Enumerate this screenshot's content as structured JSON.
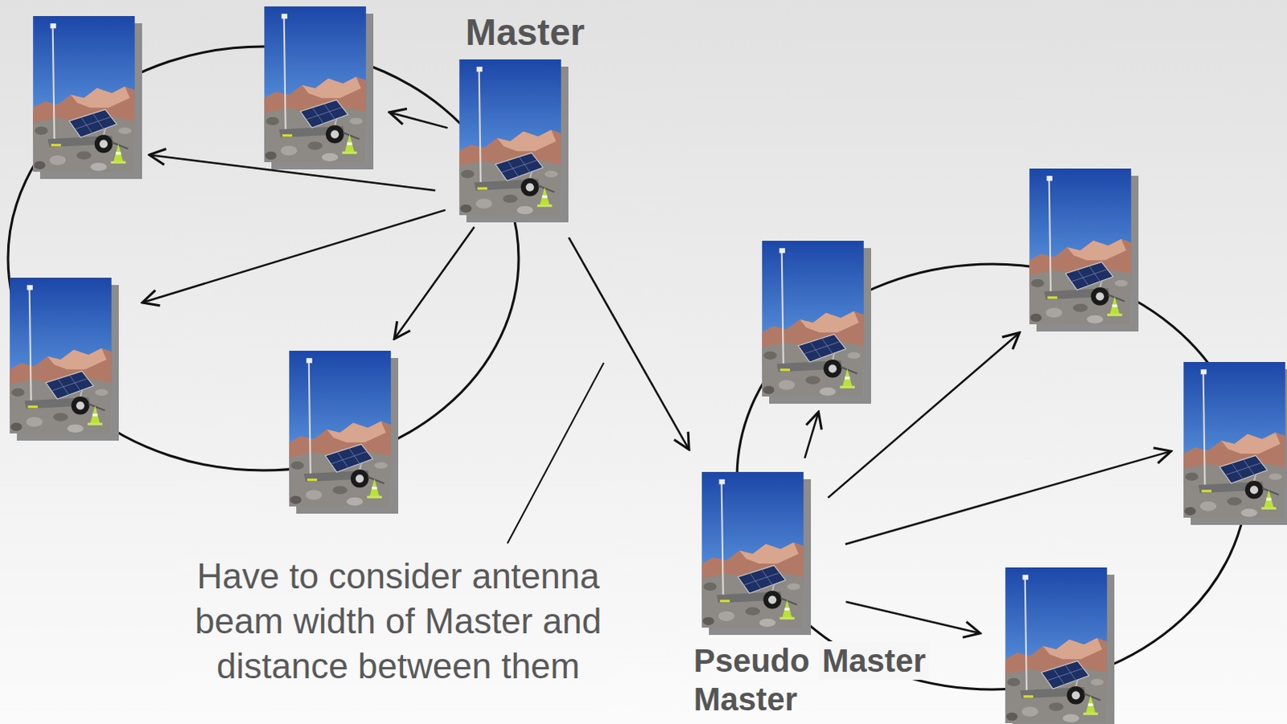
{
  "diagram": {
    "nodes": [
      {
        "text": [
          "Master"
        ]
      },
      {
        "text": []
      },
      {
        "text": []
      },
      {
        "text": []
      },
      {
        "text": []
      },
      {
        "text": [
          "Pseudo Master",
          "Master"
        ]
      },
      {
        "text": []
      },
      {
        "text": []
      },
      {
        "text": []
      },
      {
        "text": []
      }
    ],
    "edges": [
      {
        "from": 0,
        "to": 2,
        "arrow": "to"
      },
      {
        "from": 0,
        "to": 1,
        "arrow": "to"
      },
      {
        "from": 0,
        "to": 3,
        "arrow": "to"
      },
      {
        "from": 0,
        "to": 4,
        "arrow": "to"
      },
      {
        "from": 0,
        "to": 5,
        "arrow": "to"
      },
      {
        "from": 5,
        "to": 6,
        "arrow": "to"
      },
      {
        "from": 5,
        "to": 7,
        "arrow": "to"
      },
      {
        "from": 5,
        "to": 8,
        "arrow": "to"
      },
      {
        "from": 5,
        "to": 9,
        "arrow": "to"
      }
    ],
    "labels": [
      "Have to consider antenna beam width of Master and distance between them"
    ]
  }
}
